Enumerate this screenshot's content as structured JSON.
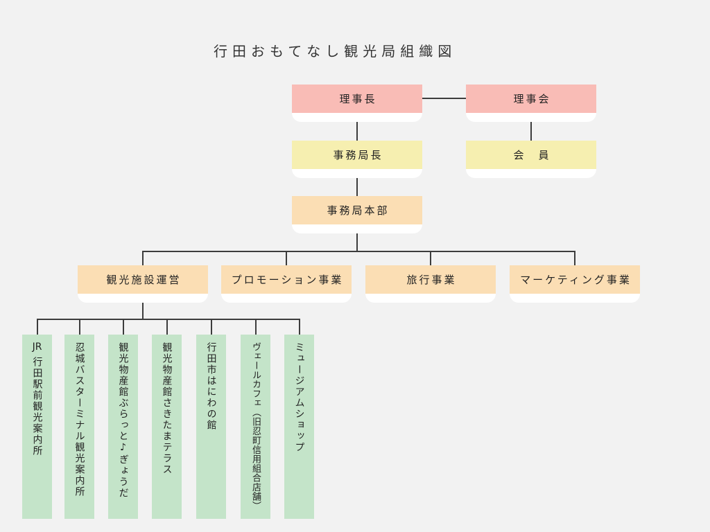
{
  "title": "行田おもてなし観光局組織図",
  "colors": {
    "background": "#f2f2f2",
    "node_pink": "#f9bcb6",
    "node_yellow": "#f6efb0",
    "node_peach": "#fbdeb4",
    "node_green": "#c4e4c9",
    "node_base_white": "#ffffff",
    "connector": "#3c3c3c",
    "text": "#222222"
  },
  "org": {
    "chairman": "理事長",
    "board": "理事会",
    "secretary_general": "事務局長",
    "members": "会　員",
    "headquarters": "事務局本部",
    "departments": [
      {
        "label": "観光施設運営"
      },
      {
        "label": "プロモーション事業"
      },
      {
        "label": "旅行事業"
      },
      {
        "label": "マーケティング事業"
      }
    ],
    "facilities": [
      {
        "tcy": "JR",
        "label": "行田駅前観光案内所"
      },
      {
        "tcy": "",
        "label": "忍城バスターミナル観光案内所"
      },
      {
        "tcy": "",
        "label": "観光物産館ぶらっと♪ぎょうだ"
      },
      {
        "tcy": "",
        "label": "観光物産館さきたまテラス"
      },
      {
        "tcy": "",
        "label": "行田市はにわの館"
      },
      {
        "tcy": "",
        "label": "ヴェールカフェ（旧忍町信用組合店舗）"
      },
      {
        "tcy": "",
        "label": "ミュージアムショップ"
      }
    ]
  }
}
